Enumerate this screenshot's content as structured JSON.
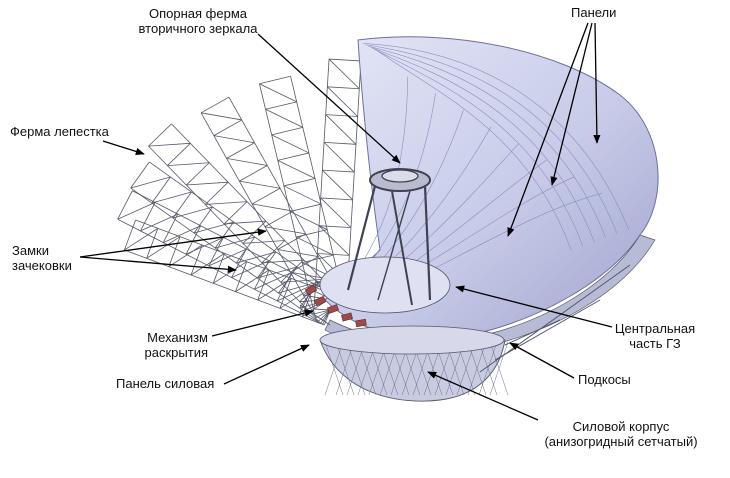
{
  "labels": {
    "secondary_truss": [
      "Опорная ферма",
      "вторичного зеркала"
    ],
    "panels": "Панели",
    "petal_truss": "Ферма лепестка",
    "locks": [
      "Замки",
      "зачековки"
    ],
    "mechanism": [
      "Механизм",
      "раскрытия"
    ],
    "power_panel": "Панель силовая",
    "central_part": [
      "Центральная",
      "часть ГЗ"
    ],
    "struts": "Подкосы",
    "power_body": [
      "Силовой корпус",
      "(анизогридный сетчатый)"
    ]
  },
  "colors": {
    "dish": "#cfd3ec",
    "dish_shade": "#a9aed6",
    "truss": "#55586a",
    "leader": "#000000"
  }
}
